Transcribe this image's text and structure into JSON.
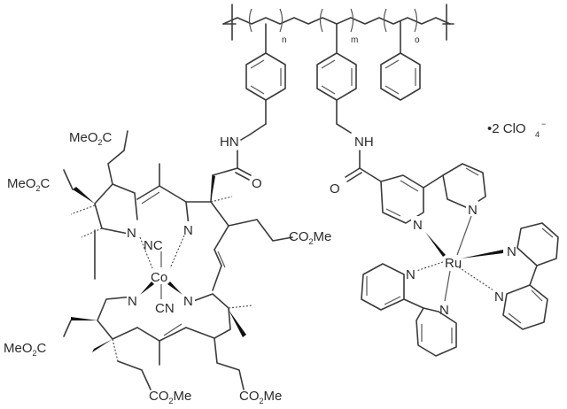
{
  "diagram": {
    "type": "chemical-structure",
    "description": "Polystyrene copolymer bearing a cobalamin (vitamin B12 derivative, dicyanocobyrinic acid heptamethyl ester) unit and a Ru(bpy)3 complex, as diperchlorate salt",
    "polymer": {
      "repeat_labels": {
        "n": "n",
        "m": "m",
        "o": "o"
      }
    },
    "counterion": {
      "prefix": "•2 ClO",
      "sub": "4",
      "sup": "−"
    },
    "cobalamin": {
      "metal": "Co",
      "axial_top": "NC",
      "axial_bottom": "CN",
      "ester_labels": {
        "top_left_1": "MeO",
        "top_left_1_sub": "2",
        "top_left_1_tail": "C",
        "top_left_2": "MeO",
        "top_left_2_sub": "2",
        "top_left_2_tail": "C",
        "bottom_left": "MeO",
        "bottom_left_sub": "2",
        "bottom_left_tail": "C",
        "right": "CO",
        "right_sub": "2",
        "right_tail": "Me",
        "bottom_1": "CO",
        "bottom_1_sub": "2",
        "bottom_1_tail": "Me",
        "bottom_2": "CO",
        "bottom_2_sub": "2",
        "bottom_2_tail": "Me"
      },
      "nitrogen": "N",
      "amide_nh": "HN",
      "amide_o": "O"
    },
    "ruthenium": {
      "metal": "Ru",
      "nitrogen": "N",
      "amide_nh": "NH",
      "amide_o": "O"
    }
  }
}
